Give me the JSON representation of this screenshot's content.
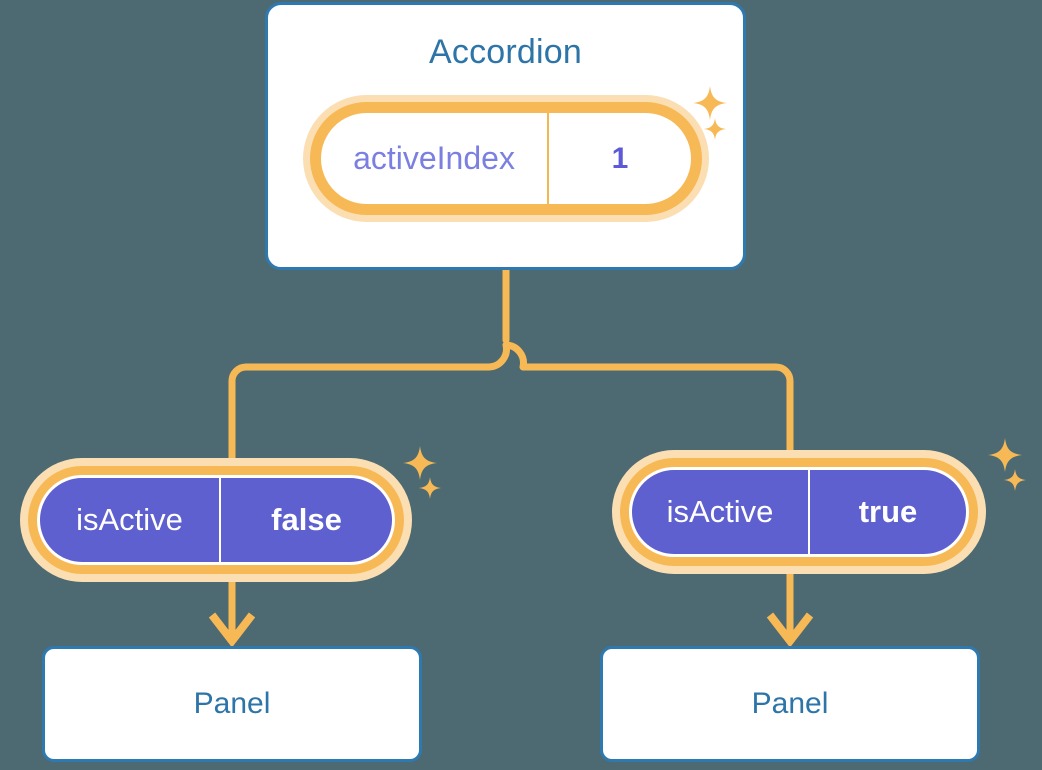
{
  "theme": {
    "background": "#4d6a72",
    "card_border": "#2e79b0",
    "title_text": "#2d74a8",
    "accent_orange": "#f7b955",
    "accent_orange_pale": "#fbdfb3",
    "purple_fill": "#5d60ce",
    "indigo_key_text": "#7b7fe0",
    "indigo_value_text": "#5c5ad6",
    "white": "#ffffff"
  },
  "diagram": {
    "root": {
      "title": "Accordion",
      "state_pill": {
        "key": "activeIndex",
        "value": "1"
      }
    },
    "branches": [
      {
        "state_pill": {
          "key": "isActive",
          "value": "false"
        },
        "child": {
          "title": "Panel"
        }
      },
      {
        "state_pill": {
          "key": "isActive",
          "value": "true"
        },
        "child": {
          "title": "Panel"
        }
      }
    ]
  },
  "icons": {
    "sparkle": "sparkle-icon",
    "arrow_down": "arrow-down-icon"
  }
}
